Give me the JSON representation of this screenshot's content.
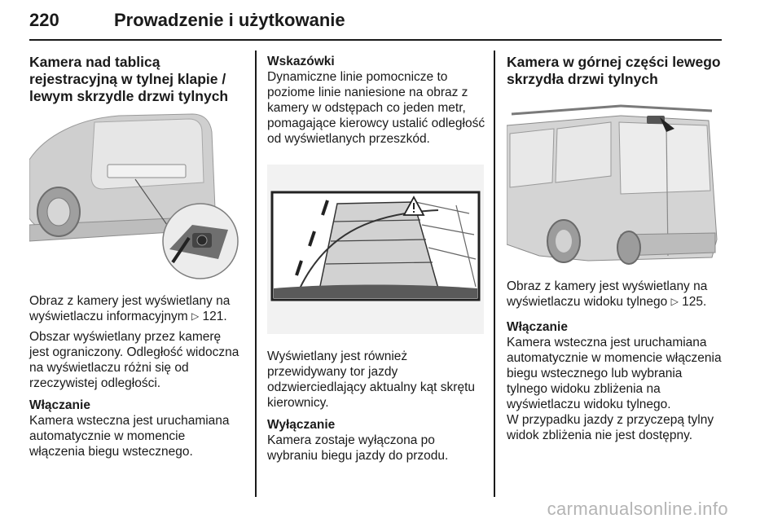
{
  "header": {
    "page_number": "220",
    "title": "Prowadzenie i użytkowanie"
  },
  "col1": {
    "heading": "Kamera nad tablicą rejestracyjną w tylnej klapie / lewym skrzydle drzwi tylnych",
    "p1": "Obraz z kamery jest wyświetlany na wyświetlaczu informacyjnym",
    "p1_ref": "121.",
    "p2": "Obszar wyświetlany przez kamerę jest ograniczony. Odległość widoczna na wyświetlaczu różni się od rzeczywistej odległości.",
    "subhead": "Włączanie",
    "p3": "Kamera wsteczna jest uruchamiana automatycznie w momencie włączenia biegu wstecznego."
  },
  "col2": {
    "subhead1": "Wskazówki",
    "p1": "Dynamiczne linie pomocnicze to poziome linie naniesione na obraz z kamery w odstępach co jeden metr, pomagające kierowcy ustalić odległość od wyświetlanych przeszkód.",
    "p2": "Wyświetlany jest również przewidywany tor jazdy odzwierciedlający aktualny kąt skrętu kierownicy.",
    "subhead2": "Wyłączanie",
    "p3": "Kamera zostaje wyłączona po wybraniu biegu jazdy do przodu."
  },
  "col3": {
    "heading": "Kamera w górnej części lewego skrzydła drzwi tylnych",
    "p1": "Obraz z kamery jest wyświetlany na wyświetlaczu widoku tylnego",
    "p1_ref": "125.",
    "subhead": "Włączanie",
    "p2": "Kamera wsteczna jest uruchamiana automatycznie w momencie włączenia biegu wstecznego lub wybrania tylnego widoku zbliżenia na wyświetlaczu widoku tylnego.",
    "p3": "W przypadku jazdy z przyczepą tylny widok zbliżenia nie jest dostępny."
  },
  "footer": {
    "watermark": "carmanualsonline.info"
  },
  "icons": {
    "ref": "page-reference-arrow-icon",
    "warning": "warning-triangle-icon"
  }
}
